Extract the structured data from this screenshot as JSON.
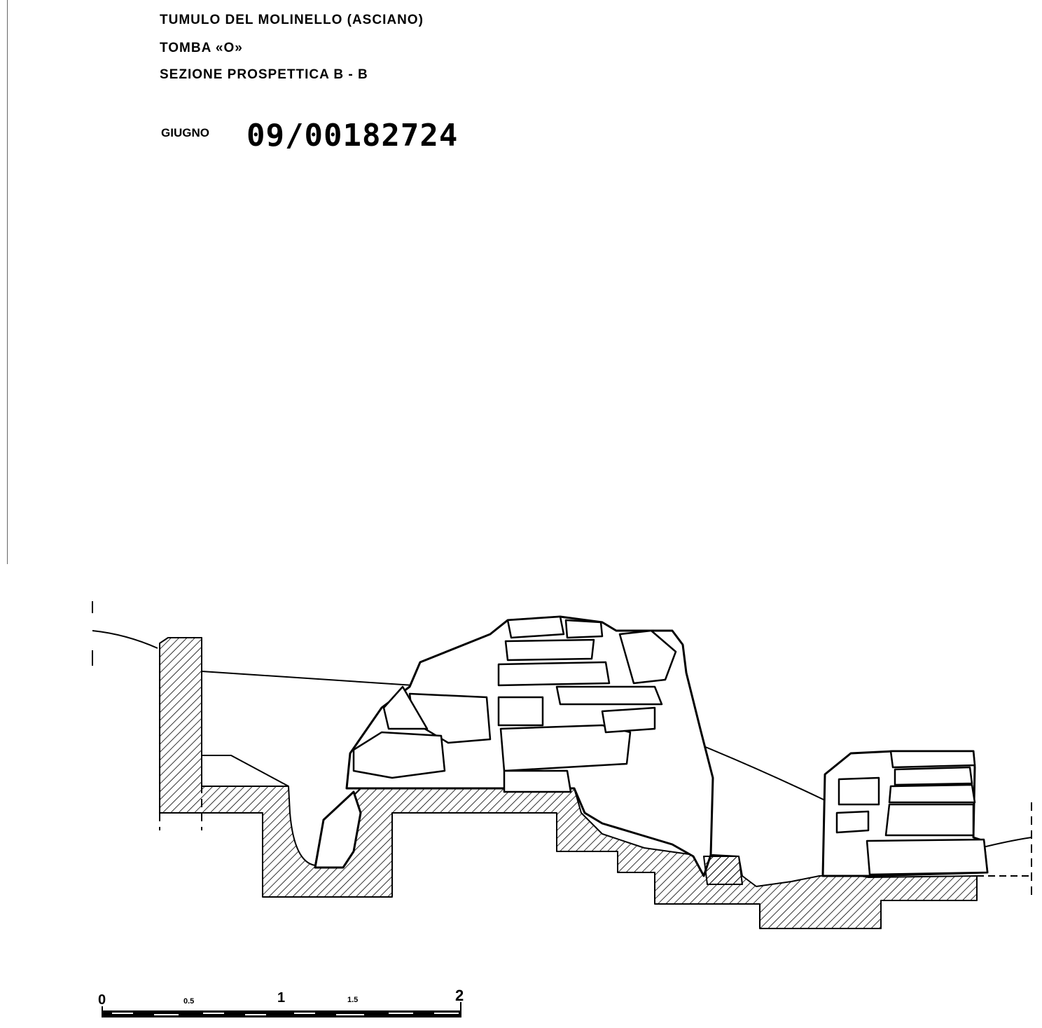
{
  "header": {
    "line1": "TUMULO DEL MOLINELLO (ASCIANO)",
    "line2": "TOMBA «O»",
    "line3": "SEZIONE PROSPETTICA B - B",
    "date_label": "GIUGNO",
    "stamp_number": "09/00182724"
  },
  "scale_bar": {
    "labels": [
      "0",
      "0.5",
      "1",
      "1.5",
      "2"
    ]
  }
}
